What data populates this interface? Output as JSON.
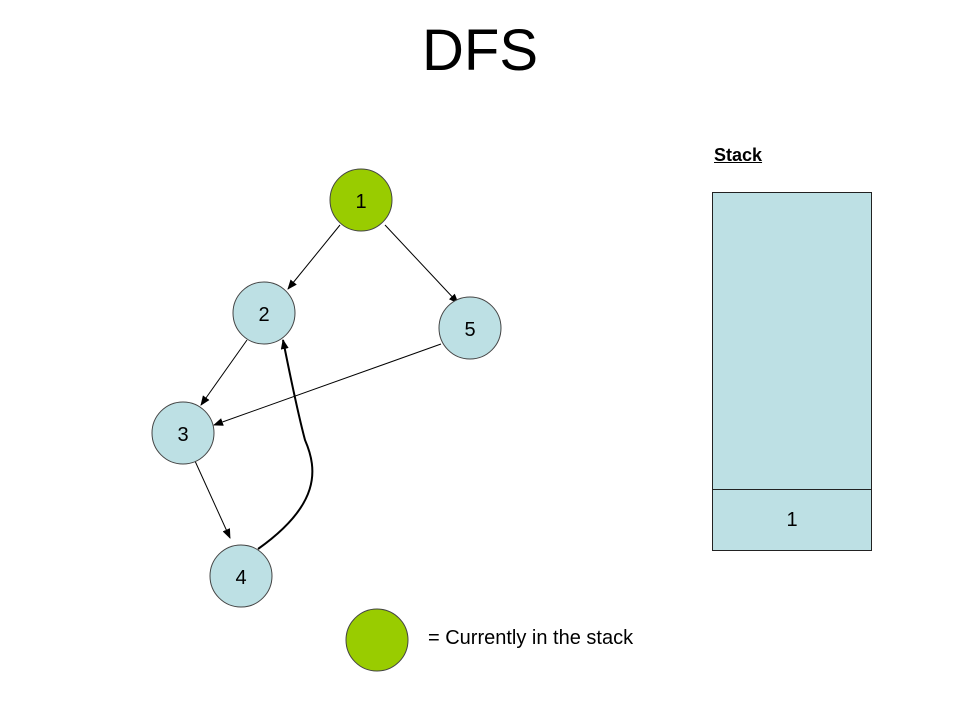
{
  "title": "DFS",
  "colors": {
    "in_stack": "#99cc00",
    "default_node": "#bde0e4",
    "stack_fill": "#bde0e4"
  },
  "nodes": [
    {
      "id": "1",
      "label": "1",
      "in_stack": true
    },
    {
      "id": "2",
      "label": "2",
      "in_stack": false
    },
    {
      "id": "5",
      "label": "5",
      "in_stack": false
    },
    {
      "id": "3",
      "label": "3",
      "in_stack": false
    },
    {
      "id": "4",
      "label": "4",
      "in_stack": false
    }
  ],
  "edges": [
    {
      "from": "1",
      "to": "2"
    },
    {
      "from": "1",
      "to": "5"
    },
    {
      "from": "2",
      "to": "3"
    },
    {
      "from": "5",
      "to": "3"
    },
    {
      "from": "3",
      "to": "4"
    },
    {
      "from": "4",
      "to": "2"
    }
  ],
  "stack": {
    "label": "Stack",
    "items": [
      "1"
    ]
  },
  "legend": {
    "text": "= Currently in the stack"
  }
}
